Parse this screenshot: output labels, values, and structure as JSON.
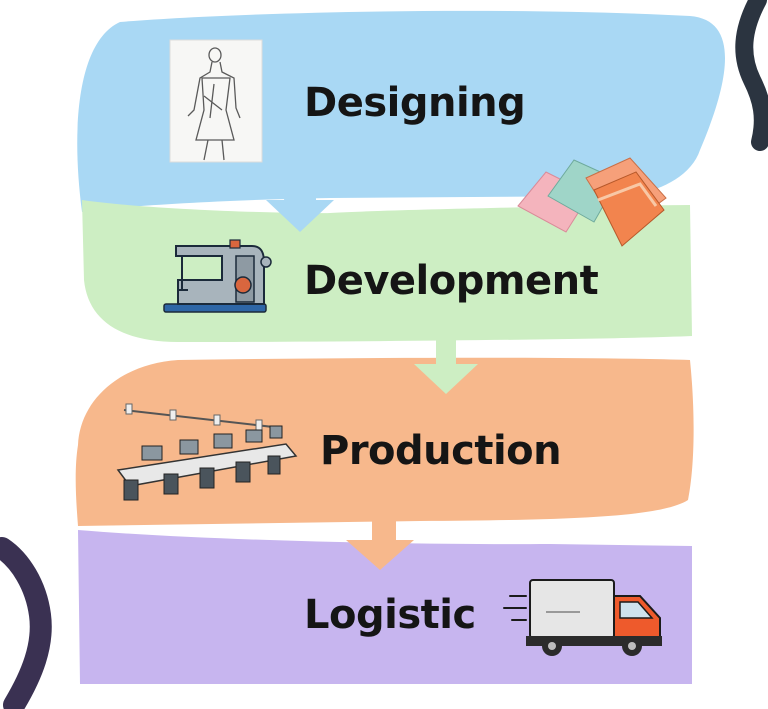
{
  "colors": {
    "designing": "#a9d8f4",
    "development": "#cdeec3",
    "production": "#f7b88c",
    "logistic": "#c7b5ef",
    "swoosh": "#2b3440",
    "label": "#151515"
  },
  "stages": [
    {
      "label": "Designing",
      "icon": "fashion-sketch-icon"
    },
    {
      "label": "Development",
      "icon": "sewing-machine-icon"
    },
    {
      "label": "Production",
      "icon": "factory-line-icon"
    },
    {
      "label": "Logistic",
      "icon": "delivery-truck-icon"
    }
  ],
  "decorations": {
    "swatches": "fabric-swatches-icon"
  }
}
